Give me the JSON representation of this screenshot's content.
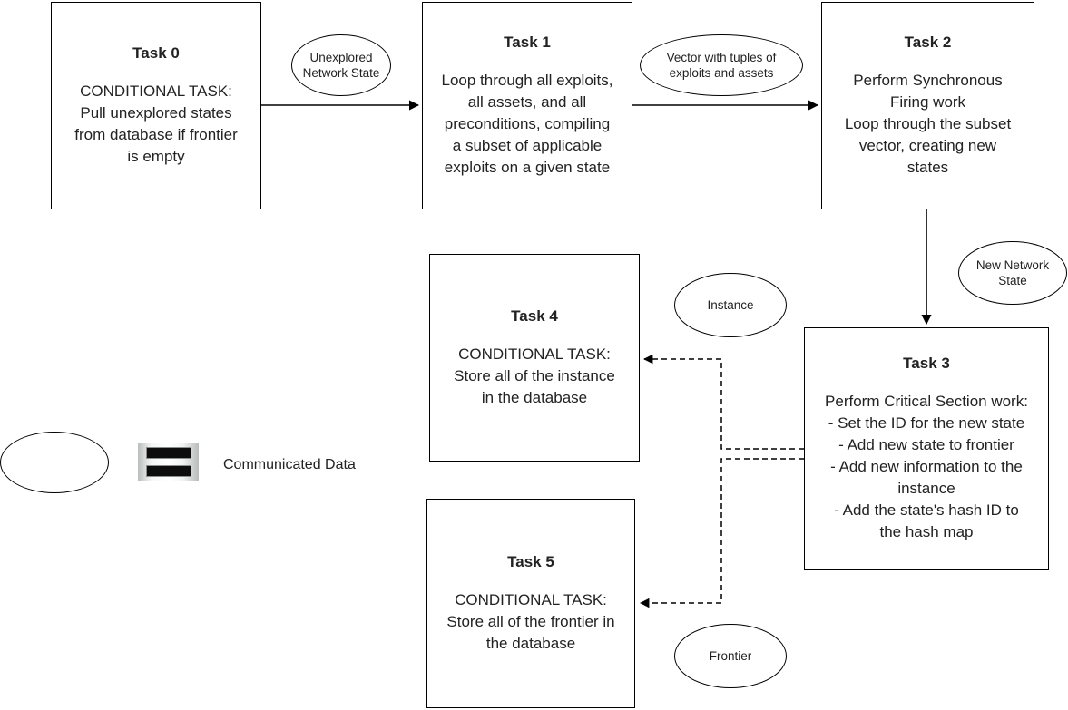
{
  "diagram": {
    "title": "Task pipeline flow diagram",
    "background_color": "#ffffff",
    "stroke_color": "#000000",
    "text_color": "#222222"
  },
  "nodes": [
    {
      "id": "task0",
      "title": "Task 0",
      "body": "CONDITIONAL TASK:\nPull unexplored states\nfrom database if frontier\nis empty"
    },
    {
      "id": "task1",
      "title": "Task 1",
      "body": "Loop through all exploits,\nall assets, and all\npreconditions, compiling\na subset of applicable\nexploits on a given state"
    },
    {
      "id": "task2",
      "title": "Task 2",
      "body": "Perform Synchronous\nFiring work\nLoop through the subset\nvector, creating new\nstates"
    },
    {
      "id": "task3",
      "title": "Task 3",
      "body": "Perform Critical Section work:\n- Set the ID for the new state\n- Add new state to frontier\n- Add new information to the\ninstance\n- Add the state's hash ID to\nthe hash map"
    },
    {
      "id": "task4",
      "title": "Task 4",
      "body": "CONDITIONAL TASK:\nStore all of the instance\nin the database"
    },
    {
      "id": "task5",
      "title": "Task 5",
      "body": "CONDITIONAL TASK:\nStore all of the frontier in\nthe database"
    }
  ],
  "edge_labels": [
    {
      "id": "unexplored-network-state",
      "text": "Unexplored\nNetwork State"
    },
    {
      "id": "vector-tuples",
      "text": "Vector with tuples of\nexploits and assets"
    },
    {
      "id": "new-network-state",
      "text": "New Network\nState"
    },
    {
      "id": "instance",
      "text": "Instance"
    },
    {
      "id": "frontier",
      "text": "Frontier"
    }
  ],
  "legend": {
    "ellipse_icon_name": "communicated-data-ellipse",
    "equals_icon_name": "equals-icon",
    "label": "Communicated Data"
  }
}
